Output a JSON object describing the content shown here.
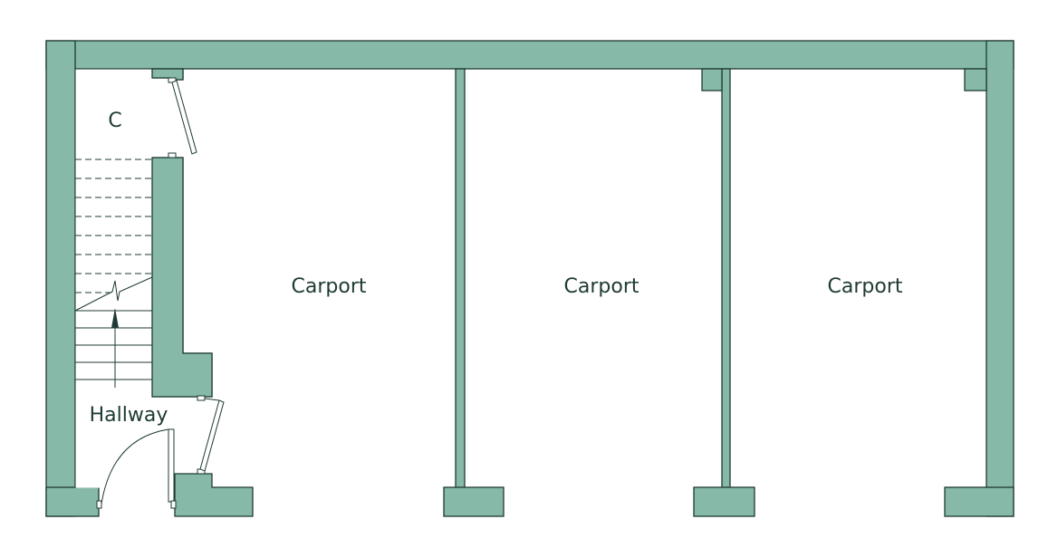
{
  "colors": {
    "wall_fill": "#86b9a8",
    "wall_stroke": "#1f3a34",
    "floor": "#ffffff",
    "text": "#1f3a34"
  },
  "rooms": {
    "cupboard": "C",
    "hallway": "Hallway",
    "carport_1": "Carport",
    "carport_2": "Carport",
    "carport_3": "Carport"
  },
  "stairs": {
    "direction": "up",
    "arrow_icon": "arrow-up-icon"
  }
}
